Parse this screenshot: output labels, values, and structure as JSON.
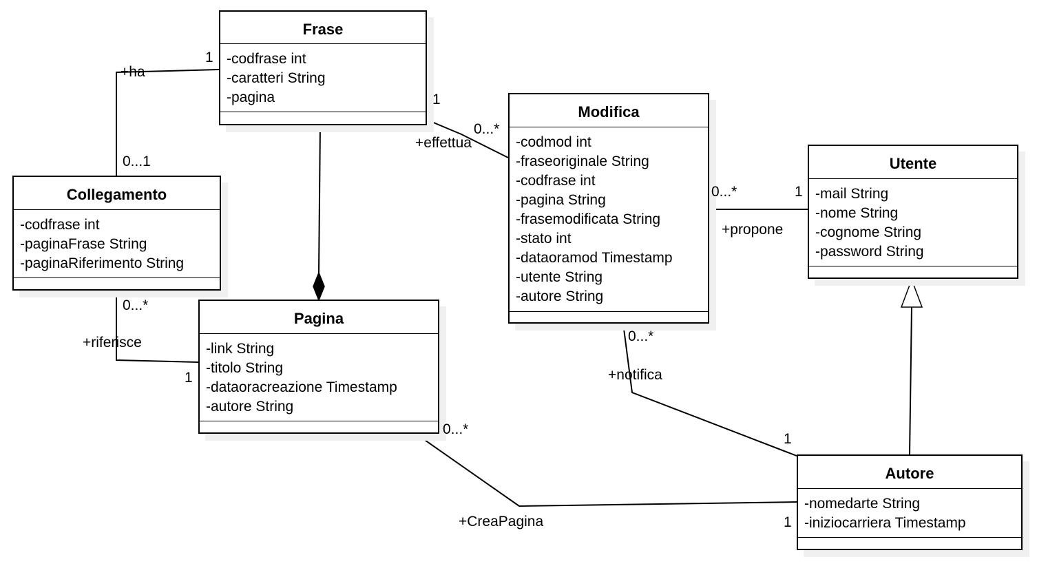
{
  "classes": {
    "frase": {
      "name": "Frase",
      "attributes": [
        "-codfrase int",
        "-caratteri String",
        "-pagina"
      ]
    },
    "modifica": {
      "name": "Modifica",
      "attributes": [
        "-codmod int",
        "-fraseoriginale String",
        "-codfrase int",
        "-pagina String",
        "-frasemodificata String",
        "-stato int",
        "-dataoramod Timestamp",
        "-utente String",
        "-autore String"
      ]
    },
    "utente": {
      "name": "Utente",
      "attributes": [
        "-mail String",
        "-nome String",
        "-cognome String",
        "-password String"
      ]
    },
    "collegamento": {
      "name": "Collegamento",
      "attributes": [
        "-codfrase int",
        "-paginaFrase String",
        "-paginaRiferimento String"
      ]
    },
    "pagina": {
      "name": "Pagina",
      "attributes": [
        "-link String",
        "-titolo String",
        "-dataoracreazione Timestamp",
        "-autore String"
      ]
    },
    "autore": {
      "name": "Autore",
      "attributes": [
        "-nomedarte String",
        "-iniziocarriera Timestamp"
      ]
    }
  },
  "associations": {
    "ha": {
      "role": "+ha",
      "mult_frase": "1",
      "mult_collegamento": "0...1"
    },
    "effettua": {
      "role": "+effettua",
      "mult_frase": "1",
      "mult_modifica": "0...*"
    },
    "propone": {
      "role": "+propone",
      "mult_modifica": "0...*",
      "mult_utente": "1"
    },
    "riferisce": {
      "role": "+riferisce",
      "mult_collegamento": "0...*",
      "mult_pagina": "1"
    },
    "notifica": {
      "role": "+notifica",
      "mult_modifica": "0...*",
      "mult_autore": "1"
    },
    "creapagina": {
      "role": "+CreaPagina",
      "mult_pagina": "0...*",
      "mult_autore": "1"
    }
  }
}
